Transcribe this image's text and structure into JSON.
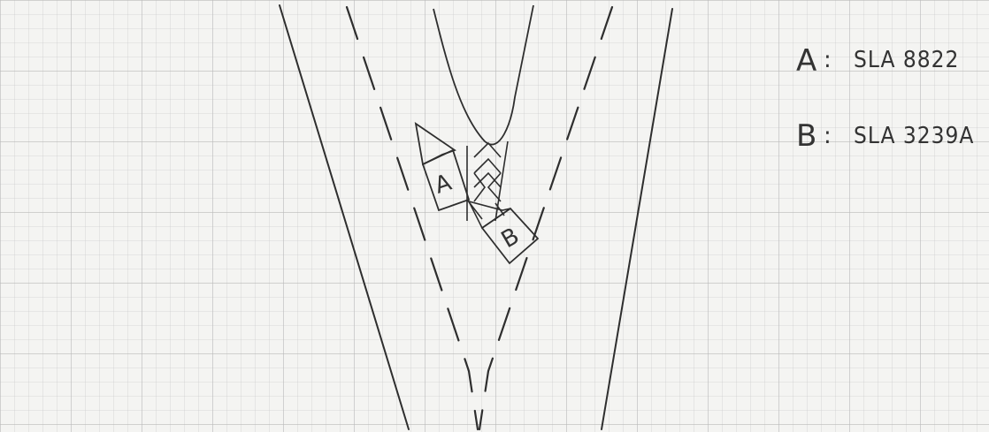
{
  "legend": {
    "items": [
      {
        "letter": "A",
        "separator": ":",
        "plate": "SLA 8822"
      },
      {
        "letter": "B",
        "separator": ":",
        "plate": "SLA 3239A"
      }
    ]
  },
  "vehicles": [
    {
      "label": "A"
    },
    {
      "label": "B"
    }
  ]
}
